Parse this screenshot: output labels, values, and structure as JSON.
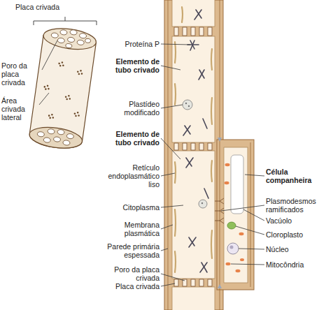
{
  "diagram": {
    "labels": [
      "Placa crivada",
      "Poro da placa crivada",
      "Área crivada lateral",
      "Proteína P",
      "Elemento de tubo crivado",
      "Plastídeo modificado",
      "Elemento de tubo crivado",
      "Retículo endoplasmático liso",
      "Citoplasma",
      "Membrana plasmática",
      "Parede primária espessada",
      "Poro da placa crivada",
      "Placa crivada",
      "Célula companheira",
      "Plasmodesmos ramificados",
      "Vacúolo",
      "Cloroplasto",
      "Núcleo",
      "Mitocôndria"
    ]
  }
}
